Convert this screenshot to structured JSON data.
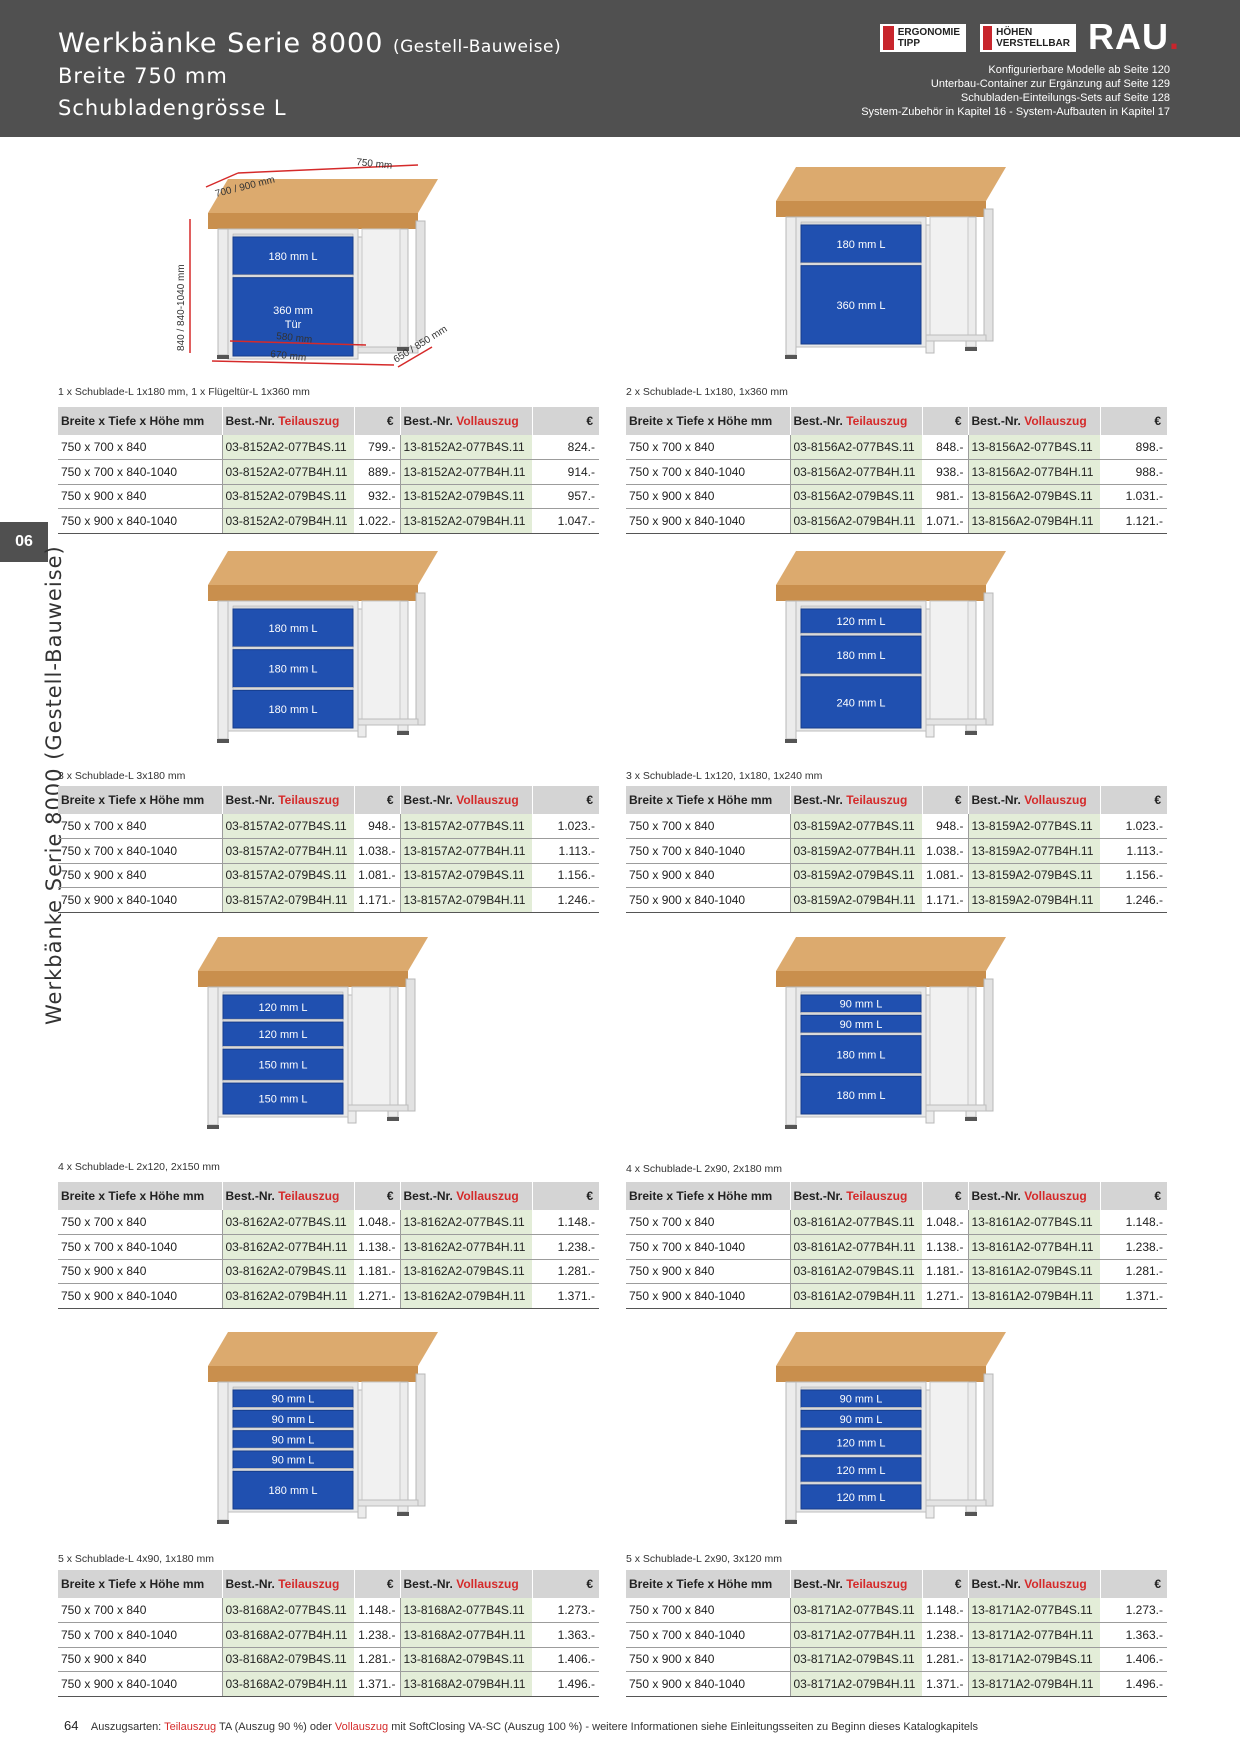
{
  "header": {
    "title1": "Werkbänke Serie 8000",
    "title1_sub": "(Gestell-Bauweise)",
    "title2": "Breite 750 mm",
    "title3": "Schubladengrösse L",
    "badge_ergo": [
      "ERGONOMIE",
      "TIPP"
    ],
    "badge_hoehe": [
      "HÖHEN",
      "VERSTELLBAR"
    ],
    "logo": "RAU",
    "logo_dot": ".",
    "notes": [
      "Konfigurierbare Modelle ab Seite 120",
      "Unterbau-Container zur Ergänzung auf Seite 129",
      "Schubladen-Einteilungs-Sets auf Seite 128",
      "System-Zubehör in Kapitel 16 -  System-Aufbauten in Kapitel 17"
    ]
  },
  "side": {
    "number": "06",
    "label": "Werkbänke Serie 8000 (Gestell-Bauweise)"
  },
  "table_header": {
    "dims": "Breite x Tiefe x Höhe mm",
    "best_nr": "Best.-Nr.",
    "teil": "Teilauszug",
    "voll": "Vollauszug",
    "eur": "€"
  },
  "dimension_labels": {
    "depth": "700 / 900 mm",
    "width": "750 mm",
    "height": "840 / 840-1040 mm",
    "inner": "580 mm",
    "outer": "670 mm",
    "diag": "650 / 850 mm"
  },
  "colors": {
    "accent_red": "#d52a2a",
    "drawer_blue": "#1f4aa8",
    "frame": "#e8e8e8",
    "wood": "#d9a76a"
  },
  "products": [
    {
      "caption": "1 x Schublade-L 1x180 mm, 1 x Flügeltür-L 1x360 mm",
      "drawers": [
        "180 mm L",
        "360 mm\nTür"
      ],
      "rows": [
        {
          "dims": "750 x 700 x 840",
          "teil_nr": "03-8152A2-077B4S.11",
          "teil_price": "799.-",
          "voll_nr": "13-8152A2-077B4S.11",
          "voll_price": "824.-"
        },
        {
          "dims": "750 x 700 x 840-1040",
          "teil_nr": "03-8152A2-077B4H.11",
          "teil_price": "889.-",
          "voll_nr": "13-8152A2-077B4H.11",
          "voll_price": "914.-"
        },
        {
          "dims": "750 x 900 x 840",
          "teil_nr": "03-8152A2-079B4S.11",
          "teil_price": "932.-",
          "voll_nr": "13-8152A2-079B4S.11",
          "voll_price": "957.-"
        },
        {
          "dims": "750 x 900 x 840-1040",
          "teil_nr": "03-8152A2-079B4H.11",
          "teil_price": "1.022.-",
          "voll_nr": "13-8152A2-079B4H.11",
          "voll_price": "1.047.-"
        }
      ]
    },
    {
      "caption": "2 x Schublade-L 1x180, 1x360 mm",
      "drawers": [
        "180 mm L",
        "360 mm L"
      ],
      "rows": [
        {
          "dims": "750 x 700 x 840",
          "teil_nr": "03-8156A2-077B4S.11",
          "teil_price": "848.-",
          "voll_nr": "13-8156A2-077B4S.11",
          "voll_price": "898.-"
        },
        {
          "dims": "750 x 700 x 840-1040",
          "teil_nr": "03-8156A2-077B4H.11",
          "teil_price": "938.-",
          "voll_nr": "13-8156A2-077B4H.11",
          "voll_price": "988.-"
        },
        {
          "dims": "750 x 900 x 840",
          "teil_nr": "03-8156A2-079B4S.11",
          "teil_price": "981.-",
          "voll_nr": "13-8156A2-079B4S.11",
          "voll_price": "1.031.-"
        },
        {
          "dims": "750 x 900 x 840-1040",
          "teil_nr": "03-8156A2-079B4H.11",
          "teil_price": "1.071.-",
          "voll_nr": "13-8156A2-079B4H.11",
          "voll_price": "1.121.-"
        }
      ]
    },
    {
      "caption": "3 x Schublade-L 3x180 mm",
      "drawers": [
        "180 mm L",
        "180 mm L",
        "180 mm L"
      ],
      "rows": [
        {
          "dims": "750 x 700 x 840",
          "teil_nr": "03-8157A2-077B4S.11",
          "teil_price": "948.-",
          "voll_nr": "13-8157A2-077B4S.11",
          "voll_price": "1.023.-"
        },
        {
          "dims": "750 x 700 x 840-1040",
          "teil_nr": "03-8157A2-077B4H.11",
          "teil_price": "1.038.-",
          "voll_nr": "13-8157A2-077B4H.11",
          "voll_price": "1.113.-"
        },
        {
          "dims": "750 x 900 x 840",
          "teil_nr": "03-8157A2-079B4S.11",
          "teil_price": "1.081.-",
          "voll_nr": "13-8157A2-079B4S.11",
          "voll_price": "1.156.-"
        },
        {
          "dims": "750 x 900 x 840-1040",
          "teil_nr": "03-8157A2-079B4H.11",
          "teil_price": "1.171.-",
          "voll_nr": "13-8157A2-079B4H.11",
          "voll_price": "1.246.-"
        }
      ]
    },
    {
      "caption": "3 x Schublade-L 1x120, 1x180, 1x240 mm",
      "drawers": [
        "120 mm L",
        "180 mm L",
        "240 mm L"
      ],
      "rows": [
        {
          "dims": "750 x 700 x 840",
          "teil_nr": "03-8159A2-077B4S.11",
          "teil_price": "948.-",
          "voll_nr": "13-8159A2-077B4S.11",
          "voll_price": "1.023.-"
        },
        {
          "dims": "750 x 700 x 840-1040",
          "teil_nr": "03-8159A2-077B4H.11",
          "teil_price": "1.038.-",
          "voll_nr": "13-8159A2-077B4H.11",
          "voll_price": "1.113.-"
        },
        {
          "dims": "750 x 900 x 840",
          "teil_nr": "03-8159A2-079B4S.11",
          "teil_price": "1.081.-",
          "voll_nr": "13-8159A2-079B4S.11",
          "voll_price": "1.156.-"
        },
        {
          "dims": "750 x 900 x 840-1040",
          "teil_nr": "03-8159A2-079B4H.11",
          "teil_price": "1.171.-",
          "voll_nr": "13-8159A2-079B4H.11",
          "voll_price": "1.246.-"
        }
      ]
    },
    {
      "caption": "4 x Schublade-L 2x120, 2x150 mm",
      "drawers": [
        "120 mm L",
        "120 mm L",
        "150 mm L",
        "150 mm L"
      ],
      "rows": [
        {
          "dims": "750 x 700 x 840",
          "teil_nr": "03-8162A2-077B4S.11",
          "teil_price": "1.048.-",
          "voll_nr": "13-8162A2-077B4S.11",
          "voll_price": "1.148.-"
        },
        {
          "dims": "750 x 700 x 840-1040",
          "teil_nr": "03-8162A2-077B4H.11",
          "teil_price": "1.138.-",
          "voll_nr": "13-8162A2-077B4H.11",
          "voll_price": "1.238.-"
        },
        {
          "dims": "750 x 900 x 840",
          "teil_nr": "03-8162A2-079B4S.11",
          "teil_price": "1.181.-",
          "voll_nr": "13-8162A2-079B4S.11",
          "voll_price": "1.281.-"
        },
        {
          "dims": "750 x 900 x 840-1040",
          "teil_nr": "03-8162A2-079B4H.11",
          "teil_price": "1.271.-",
          "voll_nr": "13-8162A2-079B4H.11",
          "voll_price": "1.371.-"
        }
      ]
    },
    {
      "caption": "4 x Schublade-L 2x90, 2x180 mm",
      "drawers": [
        "90 mm L",
        "90 mm L",
        "180 mm L",
        "180 mm L"
      ],
      "rows": [
        {
          "dims": "750 x 700 x 840",
          "teil_nr": "03-8161A2-077B4S.11",
          "teil_price": "1.048.-",
          "voll_nr": "13-8161A2-077B4S.11",
          "voll_price": "1.148.-"
        },
        {
          "dims": "750 x 700 x 840-1040",
          "teil_nr": "03-8161A2-077B4H.11",
          "teil_price": "1.138.-",
          "voll_nr": "13-8161A2-077B4H.11",
          "voll_price": "1.238.-"
        },
        {
          "dims": "750 x 900 x 840",
          "teil_nr": "03-8161A2-079B4S.11",
          "teil_price": "1.181.-",
          "voll_nr": "13-8161A2-079B4S.11",
          "voll_price": "1.281.-"
        },
        {
          "dims": "750 x 900 x 840-1040",
          "teil_nr": "03-8161A2-079B4H.11",
          "teil_price": "1.271.-",
          "voll_nr": "13-8161A2-079B4H.11",
          "voll_price": "1.371.-"
        }
      ]
    },
    {
      "caption": "5 x Schublade-L 4x90, 1x180 mm",
      "drawers": [
        "90 mm L",
        "90 mm L",
        "90 mm L",
        "90 mm L",
        "180 mm L"
      ],
      "rows": [
        {
          "dims": "750 x 700 x 840",
          "teil_nr": "03-8168A2-077B4S.11",
          "teil_price": "1.148.-",
          "voll_nr": "13-8168A2-077B4S.11",
          "voll_price": "1.273.-"
        },
        {
          "dims": "750 x 700 x 840-1040",
          "teil_nr": "03-8168A2-077B4H.11",
          "teil_price": "1.238.-",
          "voll_nr": "13-8168A2-077B4H.11",
          "voll_price": "1.363.-"
        },
        {
          "dims": "750 x 900 x 840",
          "teil_nr": "03-8168A2-079B4S.11",
          "teil_price": "1.281.-",
          "voll_nr": "13-8168A2-079B4S.11",
          "voll_price": "1.406.-"
        },
        {
          "dims": "750 x 900 x 840-1040",
          "teil_nr": "03-8168A2-079B4H.11",
          "teil_price": "1.371.-",
          "voll_nr": "13-8168A2-079B4H.11",
          "voll_price": "1.496.-"
        }
      ]
    },
    {
      "caption": "5 x Schublade-L 2x90, 3x120 mm",
      "drawers": [
        "90 mm L",
        "90 mm L",
        "120 mm L",
        "120 mm L",
        "120 mm L"
      ],
      "rows": [
        {
          "dims": "750 x 700 x 840",
          "teil_nr": "03-8171A2-077B4S.11",
          "teil_price": "1.148.-",
          "voll_nr": "13-8171A2-077B4S.11",
          "voll_price": "1.273.-"
        },
        {
          "dims": "750 x 700 x 840-1040",
          "teil_nr": "03-8171A2-077B4H.11",
          "teil_price": "1.238.-",
          "voll_nr": "13-8171A2-077B4H.11",
          "voll_price": "1.363.-"
        },
        {
          "dims": "750 x 900 x 840",
          "teil_nr": "03-8171A2-079B4S.11",
          "teil_price": "1.281.-",
          "voll_nr": "13-8171A2-079B4S.11",
          "voll_price": "1.406.-"
        },
        {
          "dims": "750 x 900 x 840-1040",
          "teil_nr": "03-8171A2-079B4H.11",
          "teil_price": "1.371.-",
          "voll_nr": "13-8171A2-079B4H.11",
          "voll_price": "1.496.-"
        }
      ]
    }
  ],
  "footer": {
    "page": "64",
    "pre": "Auszugsarten:",
    "teil": "Teilauszug",
    "mid1": "TA (Auszug 90 %)  oder",
    "voll": "Vollauszug",
    "mid2": "mit SoftClosing VA-SC (Auszug 100 %) -  weitere Informationen siehe Einleitungsseiten zu Beginn dieses Katalogkapitels"
  }
}
